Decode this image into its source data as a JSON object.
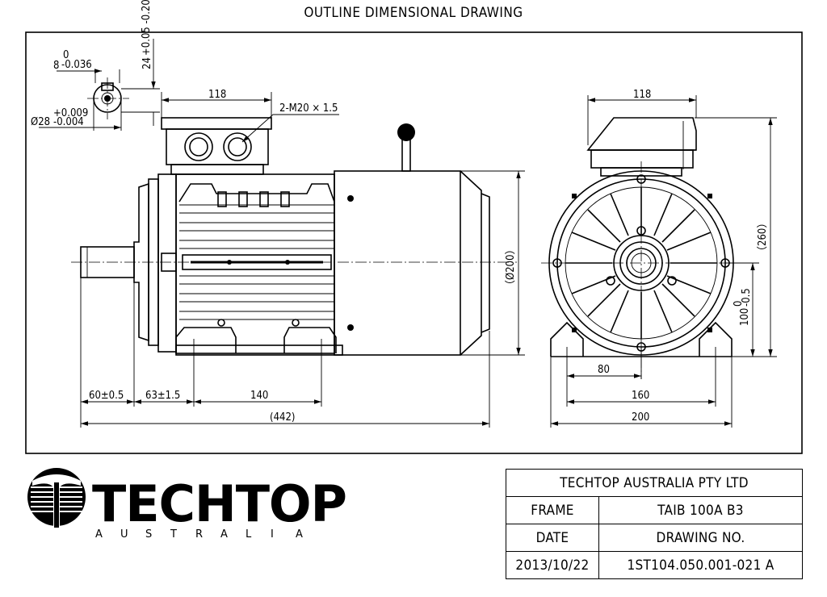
{
  "title": "OUTLINE DIMENSIONAL DRAWING",
  "dimensions": {
    "keyway_width": "8",
    "keyway_width_tol_upper": "0",
    "keyway_width_tol_lower": "-0.036",
    "key_height": "24",
    "key_height_tol": "+0.05 -0.20",
    "shaft_dia": "Ø28",
    "shaft_dia_tol_upper": "+0.009",
    "shaft_dia_tol_lower": "-0.004",
    "terminal_box_width_side": "118",
    "cable_entries": "2-M20 × 1.5",
    "frame_dia": "（Ø200）",
    "shaft_length": "60±0.5",
    "shaft_shoulder": "63±1.5",
    "foot_hole_spacing": "140",
    "overall_length": "(442)",
    "terminal_box_width_end": "118",
    "overall_height": "（260）",
    "shaft_height": "100",
    "shaft_height_tol_upper": "0",
    "shaft_height_tol_lower": "-0.5",
    "half_foot_spacing": "80",
    "foot_spacing": "160",
    "foot_width": "200"
  },
  "logo": {
    "brand": "TECHTOP",
    "tagline_letters": [
      "A",
      "U",
      "S",
      "T",
      "R",
      "A",
      "L",
      "I",
      "A"
    ]
  },
  "title_block": {
    "company": "TECHTOP AUSTRALIA PTY LTD",
    "frame_label": "FRAME",
    "frame_value": "TAIB 100A B3",
    "date_label": "DATE",
    "drawing_no_label": "DRAWING NO.",
    "date_value": "2013/10/22",
    "drawing_no_value": "1ST104.050.001-021 A"
  }
}
